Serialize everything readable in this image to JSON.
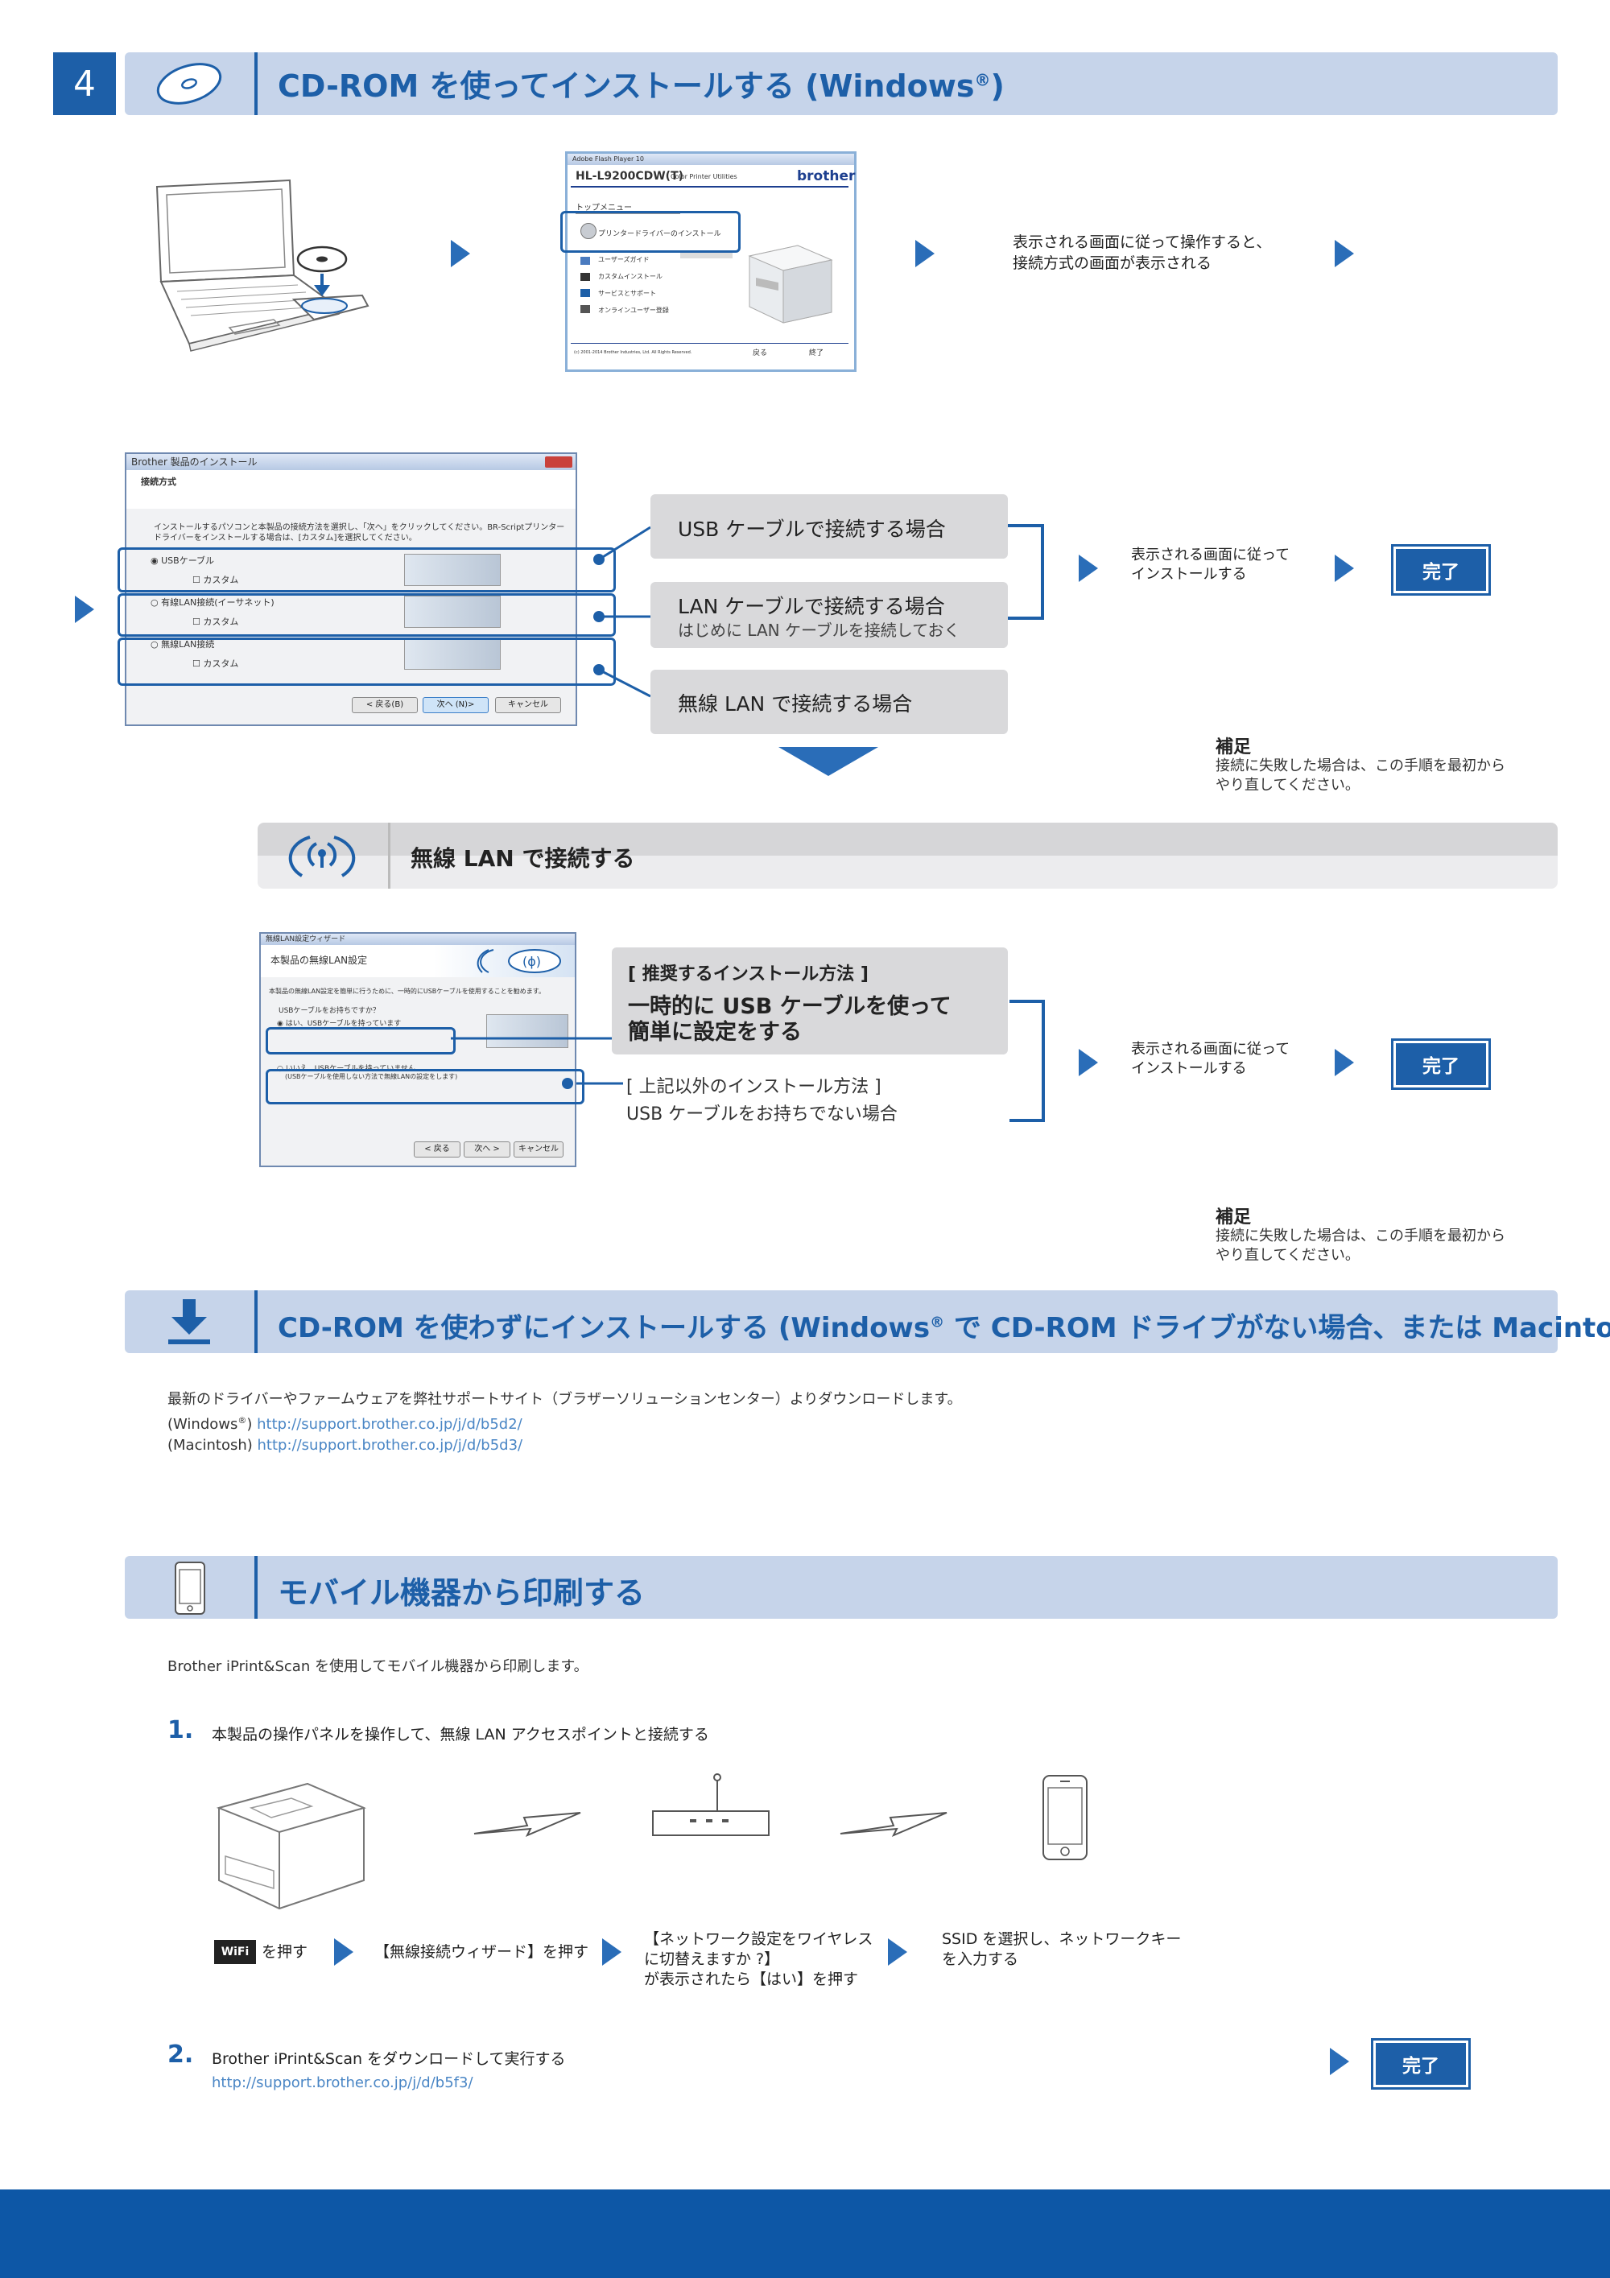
{
  "section1": {
    "number": "4",
    "title": "CD-ROM を使ってインストールする (Windows",
    "title_sup": "®",
    "title_end": ")"
  },
  "menu_window": {
    "title_bar": "Adobe Flash Player 10",
    "model": "HL-L9200CDW(T)",
    "model_sub": "Color Printer Utilities",
    "brand": "brother",
    "top_menu": "トップメニュー",
    "items": [
      "プリンタードライバーのインストール",
      "ユーザーズガイド",
      "カスタムインストール",
      "サービスとサポート",
      "オンラインユーザー登録"
    ],
    "back": "戻る",
    "quit": "終了",
    "copyright": "(c) 2001-2014 Brother Industries, Ltd. All Rights Reserved."
  },
  "step_text_1": [
    "表示される画面に従って操作すると、",
    "接続方式の画面が表示される"
  ],
  "install_window": {
    "title": "Brother 製品のインストール",
    "heading": "接続方式",
    "desc1": "インストールするパソコンと本製品の接続方法を選択し、「次へ」をクリックしてください。BR-Scriptプリンター",
    "desc2": "ドライバーをインストールする場合は、[カスタム]を選択してください。",
    "opt_usb": "USBケーブル",
    "opt_lan": "有線LAN接続(イーサネット)",
    "opt_wifi": "無線LAN接続",
    "custom": "カスタム",
    "btn_back": "< 戻る(B)",
    "btn_next": "次へ (N)>",
    "btn_cancel": "キャンセル"
  },
  "conn_options": {
    "usb": "USB ケーブルで接続する場合",
    "lan": "LAN ケーブルで接続する場合",
    "lan_sub": "はじめに LAN ケーブルを接続しておく",
    "wireless": "無線 LAN で接続する場合"
  },
  "follow_text": [
    "表示される画面に従って",
    "インストールする"
  ],
  "done_label": "完了",
  "note": {
    "heading": "補足",
    "lines": [
      "接続に失敗した場合は、この手順を最初から",
      "やり直してください。"
    ]
  },
  "wireless_band": {
    "title": "無線 LAN で接続する"
  },
  "wlan_window": {
    "title": "無線LAN設定ウィザード",
    "heading": "本製品の無線LAN設定",
    "desc": "本製品の無線LAN設定を簡単に行うために、一時的にUSBケーブルを使用することを勧めます。",
    "question": "USBケーブルをお持ちですか？",
    "yes": "はい、USBケーブルを持っています",
    "no": "いいえ、USBケーブルを持っていません",
    "no_sub": "(USBケーブルを使用しない方法で無線LANの設定をします)",
    "btn_back": "< 戻る",
    "btn_next": "次へ >",
    "btn_cancel": "キャンセル"
  },
  "recommend": {
    "label": "[ 推奨するインストール方法 ]",
    "line1": "一時的に USB ケーブルを使って",
    "line2": "簡単に設定をする"
  },
  "other_method": {
    "label": "[ 上記以外のインストール方法 ]",
    "line": "USB ケーブルをお持ちでない場合"
  },
  "section2": {
    "title_a": "CD-ROM を使わずにインストールする (Windows",
    "title_sup": "®",
    "title_b": " で CD-ROM ドライブがない場合、または Macintosh)",
    "body": "最新のドライバーやファームウェアを弊社サポートサイト（ブラザーソリューションセンター）よりダウンロードします。",
    "win_label": "(Windows",
    "win_sup": "®",
    "win_close": ")",
    "win_url": "http://support.brother.co.jp/j/d/b5d2/",
    "mac_label": "(Macintosh)",
    "mac_url": "http://support.brother.co.jp/j/d/b5d3/"
  },
  "section3": {
    "title": "モバイル機器から印刷する",
    "intro": "Brother iPrint&Scan を使用してモバイル機器から印刷します。",
    "step1_num": "1.",
    "step1": "本製品の操作パネルを操作して、無線 LAN アクセスポイントと接続する",
    "wifi_badge": "WiFi",
    "flow1": "を押す",
    "flow2": "【無線接続ウィザード】を押す",
    "flow3": [
      "【ネットワーク設定をワイヤレス",
      "に切替えますか ?】",
      "が表示されたら【はい】を押す"
    ],
    "flow4": [
      "SSID を選択し、ネットワークキー",
      "を入力する"
    ],
    "step2_num": "2.",
    "step2": "Brother iPrint&Scan をダウンロードして実行する",
    "step2_url": "http://support.brother.co.jp/j/d/b5f3/"
  },
  "colors": {
    "accent": "#1d5fa8",
    "band": "#c6d4ea",
    "grey_band": "#d6d6d8",
    "footer": "#0d57a6"
  },
  "icons": [
    "cd-icon",
    "laptop-cd-icon",
    "wifi-icon",
    "download-icon",
    "smartphone-icon",
    "printer-icon",
    "router-icon",
    "lightning-icon"
  ]
}
